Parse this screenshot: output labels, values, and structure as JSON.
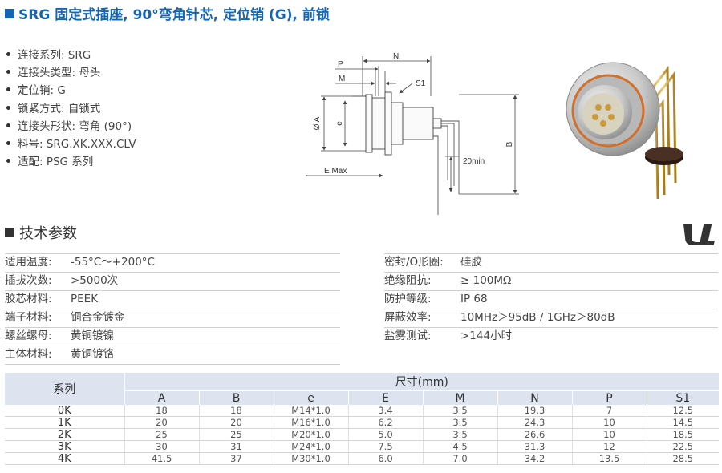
{
  "title": "SRG 固定式插座, 90°弯角针芯, 定位销 (G), 前锁",
  "colors": {
    "title": "#1565b5",
    "table_header": "#dde3ef"
  },
  "specs": [
    "连接系列: SRG",
    "连接头类型: 母头",
    "定位销: G",
    "锁紧方式: 自锁式",
    "连接头形状: 弯角 (90°)",
    "料号: SRG.XK.XXX.CLV",
    "适配: PSG 系列"
  ],
  "drawing": {
    "p": "P",
    "n": "N",
    "m": "M",
    "s1": "S1",
    "a": "Ø A",
    "e": "e",
    "b": "B",
    "emax": "E Max",
    "min20": "20min"
  },
  "certification_icon": "ul-recognized-mark",
  "tech_title": "技术参数",
  "params_left": [
    {
      "k": "适用温度:",
      "v": "-55°C～+200°C"
    },
    {
      "k": "插拔次数:",
      "v": ">5000次"
    },
    {
      "k": "胶芯材料:",
      "v": "PEEK"
    },
    {
      "k": "端子材料:",
      "v": "铜合金镀金"
    },
    {
      "k": "螺丝螺母:",
      "v": "黄铜镀镍"
    },
    {
      "k": "主体材料:",
      "v": "黄铜镀铬"
    }
  ],
  "params_right": [
    {
      "k": "密封/O形圈:",
      "v": "硅胶"
    },
    {
      "k": "绝缘阻抗:",
      "v": "≥ 100MΩ"
    },
    {
      "k": "防护等级:",
      "v": "IP 68"
    },
    {
      "k": "屏蔽效率:",
      "v": "10MHz＞95dB / 1GHz＞80dB"
    },
    {
      "k": "盐雾测试:",
      "v": ">144小时"
    }
  ],
  "dim_table": {
    "series_header": "系列",
    "size_header": "尺寸(mm)",
    "columns": [
      "A",
      "B",
      "e",
      "E",
      "M",
      "N",
      "P",
      "S1"
    ],
    "rows": [
      [
        "0K",
        "18",
        "18",
        "M14*1.0",
        "3.4",
        "3.5",
        "19.3",
        "7",
        "12.5"
      ],
      [
        "1K",
        "20",
        "20",
        "M16*1.0",
        "6.2",
        "3.5",
        "24.3",
        "10",
        "14.5"
      ],
      [
        "2K",
        "25",
        "25",
        "M20*1.0",
        "5.0",
        "3.5",
        "26.6",
        "10",
        "18.5"
      ],
      [
        "3K",
        "30",
        "31",
        "M24*1.0",
        "7.5",
        "4.5",
        "31.3",
        "12",
        "22.5"
      ],
      [
        "4K",
        "41.5",
        "37",
        "M30*1.0",
        "6.0",
        "7.0",
        "34.2",
        "13.5",
        "28.5"
      ]
    ]
  }
}
